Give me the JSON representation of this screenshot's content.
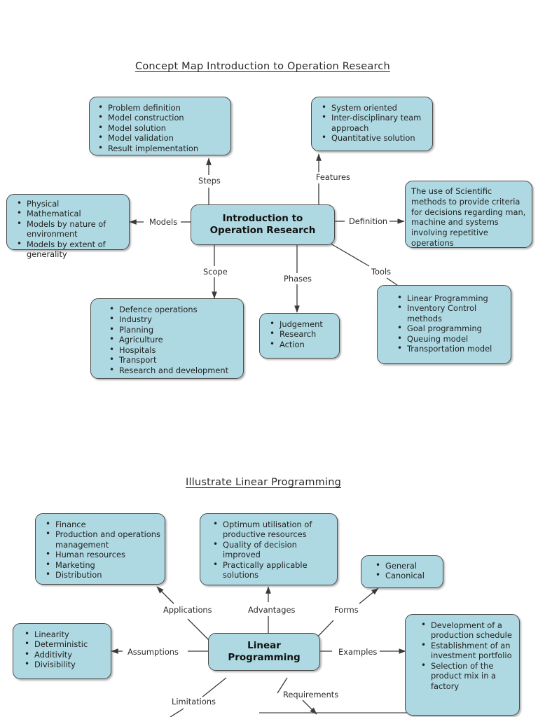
{
  "page": {
    "background": "#ffffff",
    "node_fill": "#aed9e2",
    "node_stroke": "#4c4c4c",
    "line_color": "#3a3a3a"
  },
  "section1": {
    "title": "Concept Map Introduction to Operation Research",
    "center": "Introduction to\nOperation Research",
    "center_line1": "Introduction to",
    "center_line2": "Operation Research",
    "edges": [
      {
        "label": "Steps"
      },
      {
        "label": "Features"
      },
      {
        "label": "Models"
      },
      {
        "label": "Definition"
      },
      {
        "label": "Scope"
      },
      {
        "label": "Phases"
      },
      {
        "label": "Tools"
      }
    ],
    "steps": {
      "items": [
        "Problem definition",
        "Model construction",
        "Model solution",
        "Model validation",
        "Result implementation"
      ]
    },
    "features": {
      "items": [
        "System oriented",
        "Inter-disciplinary team approach",
        "Quantitative solution"
      ]
    },
    "models": {
      "items": [
        "Physical",
        "Mathematical",
        "Models by nature of environment",
        "Models by extent of generality"
      ]
    },
    "definition": {
      "text": "The use of Scientific methods to provide criteria for decisions regarding man, machine and systems involving repetitive operations"
    },
    "scope": {
      "items": [
        "Defence operations",
        "Industry",
        "Planning",
        "Agriculture",
        "Hospitals",
        "Transport",
        "Research and development"
      ]
    },
    "phases": {
      "items": [
        "Judgement",
        "Research",
        "Action"
      ]
    },
    "tools": {
      "items": [
        "Linear Programming",
        "Inventory Control methods",
        "Goal programming",
        "Queuing model",
        "Transportation model"
      ]
    }
  },
  "section2": {
    "title": "Illustrate Linear Programming",
    "center_line1": "Linear",
    "center_line2": "Programming",
    "edges": [
      {
        "label": "Applications"
      },
      {
        "label": "Advantages"
      },
      {
        "label": "Forms"
      },
      {
        "label": "Assumptions"
      },
      {
        "label": "Examples"
      },
      {
        "label": "Limitations"
      },
      {
        "label": "Requirements"
      }
    ],
    "applications": {
      "items": [
        "Finance",
        "Production and operations management",
        "Human resources",
        "Marketing",
        "Distribution"
      ]
    },
    "advantages": {
      "items": [
        "Optimum utilisation of productive resources",
        "Quality of decision improved",
        "Practically applicable solutions"
      ]
    },
    "forms": {
      "items": [
        "General",
        "Canonical"
      ]
    },
    "assumptions": {
      "items": [
        "Linearity",
        "Deterministic",
        "Additivity",
        "Divisibility"
      ]
    },
    "examples": {
      "items": [
        "Development of a production schedule",
        "Establishment of an investment portfolio",
        "Selection of the product mix in a factory"
      ]
    }
  }
}
